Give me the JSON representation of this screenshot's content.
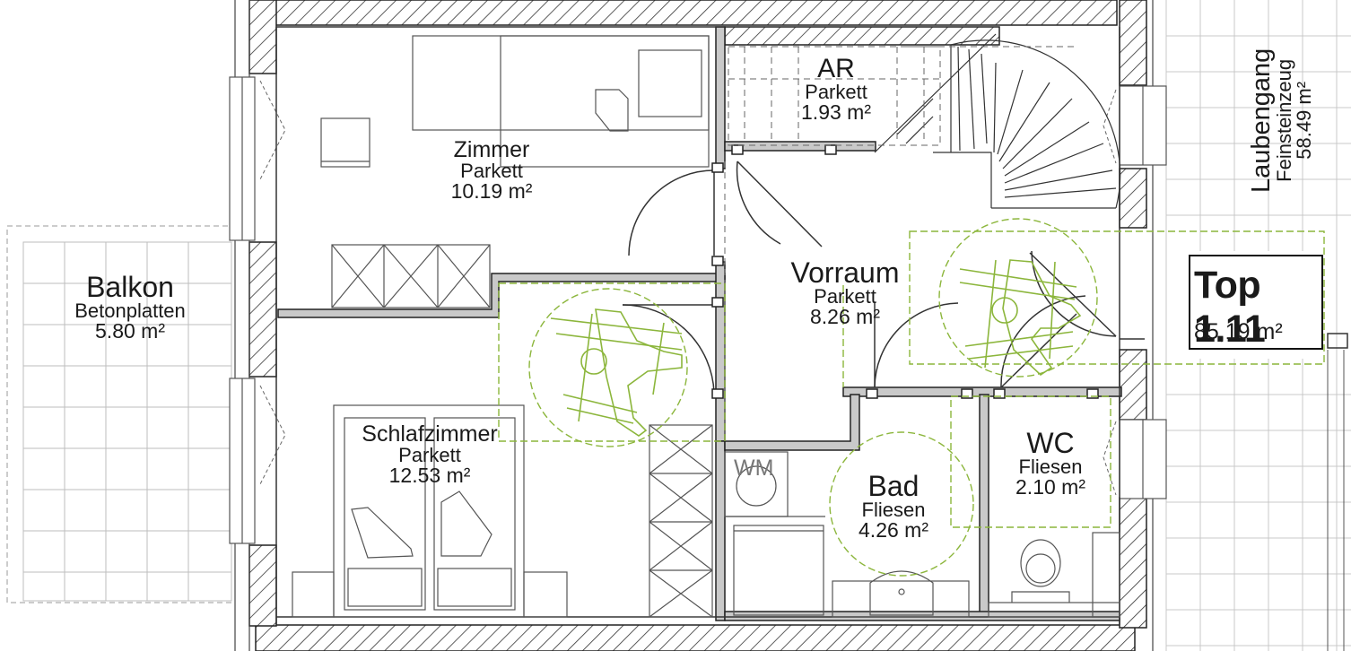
{
  "plan": {
    "rooms": [
      {
        "id": "zimmer",
        "name": "Zimmer",
        "floor": "Parkett",
        "area": "10.19 m²"
      },
      {
        "id": "ar",
        "name": "AR",
        "floor": "Parkett",
        "area": "1.93 m²"
      },
      {
        "id": "vorraum",
        "name": "Vorraum",
        "floor": "Parkett",
        "area": "8.26 m²"
      },
      {
        "id": "balkon",
        "name": "Balkon",
        "floor": "Betonplatten",
        "area": "5.80 m²"
      },
      {
        "id": "schlafzimmer",
        "name": "Schlafzimmer",
        "floor": "Parkett",
        "area": "12.53 m²"
      },
      {
        "id": "bad",
        "name": "Bad",
        "floor": "Fliesen",
        "area": "4.26 m²"
      },
      {
        "id": "wc",
        "name": "WC",
        "floor": "Fliesen",
        "area": "2.10 m²"
      }
    ],
    "laubengang": {
      "name": "Laubengang",
      "floor": "Feinsteinzeug",
      "area": "58.49 m²"
    },
    "unit": {
      "name": "Top 1.11",
      "area": "85,19 m²"
    },
    "washer_label": "WM",
    "colors": {
      "wall": "#222222",
      "hatch": "#333333",
      "line": "#555555",
      "accessibility": "#8cb63c",
      "tile": "#bbbbbb"
    }
  }
}
